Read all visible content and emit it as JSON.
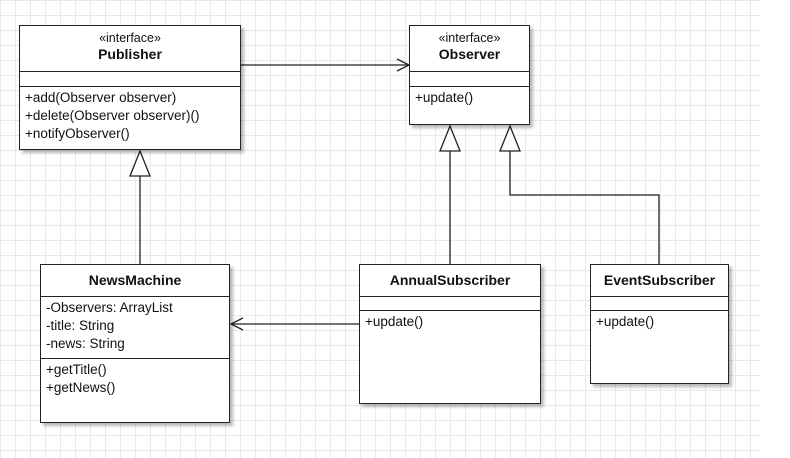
{
  "classes": {
    "publisher": {
      "stereotype": "«interface»",
      "name": "Publisher",
      "attributes": [],
      "operations": [
        "+add(Observer observer)",
        "+delete(Observer observer)()",
        "+notifyObserver()"
      ]
    },
    "observer": {
      "stereotype": "«interface»",
      "name": "Observer",
      "attributes": [],
      "operations": [
        "+update()"
      ]
    },
    "newsmachine": {
      "name": "NewsMachine",
      "attributes": [
        "-Observers: ArrayList",
        "-title: String",
        "-news: String"
      ],
      "operations": [
        "+getTitle()",
        "+getNews()"
      ]
    },
    "annual": {
      "name": "AnnualSubscriber",
      "attributes": [],
      "operations": [
        "+update()"
      ]
    },
    "event": {
      "name": "EventSubscriber",
      "attributes": [],
      "operations": [
        "+update()"
      ]
    }
  },
  "relations": [
    {
      "from": "Publisher",
      "to": "Observer",
      "type": "association"
    },
    {
      "from": "NewsMachine",
      "to": "Publisher",
      "type": "realization"
    },
    {
      "from": "AnnualSubscriber",
      "to": "Observer",
      "type": "realization"
    },
    {
      "from": "EventSubscriber",
      "to": "Observer",
      "type": "realization"
    },
    {
      "from": "AnnualSubscriber",
      "to": "NewsMachine",
      "type": "association"
    }
  ]
}
